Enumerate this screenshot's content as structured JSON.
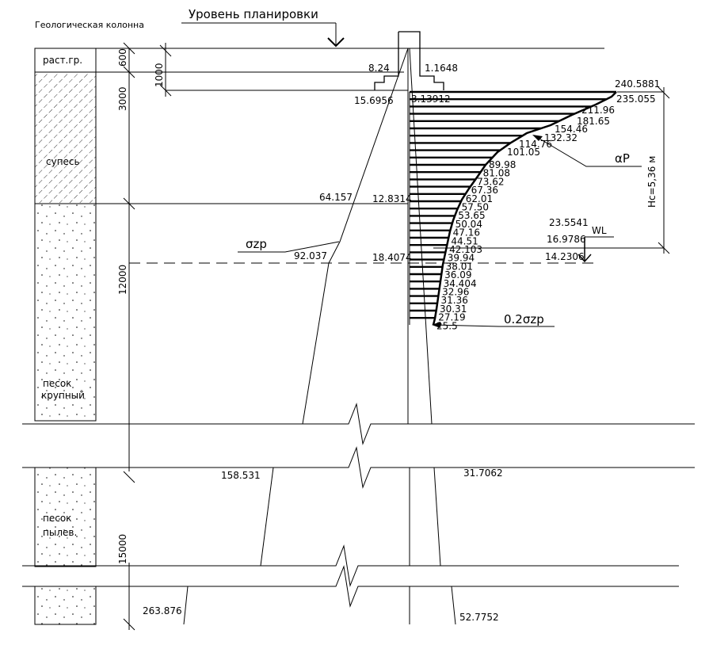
{
  "title": "Геологическая колонна",
  "planning_level": "Уровень планировки",
  "layers": [
    {
      "name": "раст.гр.",
      "thickness": "600"
    },
    {
      "name": "супесь",
      "thickness": "3000"
    },
    {
      "name": "песок крупный",
      "name_lines": [
        "песок",
        "крупный"
      ],
      "thickness": "12000"
    },
    {
      "name": "песок пылев.",
      "name_lines": [
        "песок",
        "пылев."
      ],
      "thickness": "15000"
    }
  ],
  "foundation_depth": "1000",
  "labels": {
    "sigma_zp": "σzp",
    "sigma_02": "0.2σzp",
    "alpha_p": "αP",
    "wl": "WL",
    "hc": "Hc=5,36 м"
  },
  "sigma_zg_values": [
    {
      "id": "top",
      "value": "8.24"
    },
    {
      "id": "found",
      "value": "15.6956"
    },
    {
      "id": "layer2",
      "value": "64.157"
    },
    {
      "id": "wl",
      "value": "92.037"
    },
    {
      "id": "layer3",
      "value": "158.531"
    },
    {
      "id": "bottom",
      "value": "263.876"
    }
  ],
  "small_zg_values": [
    {
      "id": "top",
      "value": "1.1648"
    },
    {
      "id": "found",
      "value": "3.13912"
    },
    {
      "id": "layer2",
      "value": "12.8314"
    },
    {
      "id": "wl",
      "value": "18.4074"
    },
    {
      "id": "layer3",
      "value": "31.7062"
    },
    {
      "id": "bottom",
      "value": "52.7752"
    }
  ],
  "epure_top_values": [
    "240.5881",
    "235.055",
    "211.96",
    "181.65",
    "154.46",
    "132.32",
    "114.76",
    "101.05"
  ],
  "epure_values": [
    "89.98",
    "81.08",
    "73.62",
    "67.36",
    "62.01",
    "57.50",
    "53.65",
    "50.04",
    "47.16",
    "44.51",
    "42.103",
    "39.94",
    "38.01",
    "36.09",
    "34.404",
    "32.96",
    "31.36",
    "30.31",
    "27.19",
    "25.5"
  ],
  "wl_values": [
    "23.5541",
    "16.9786",
    "14.2306"
  ]
}
